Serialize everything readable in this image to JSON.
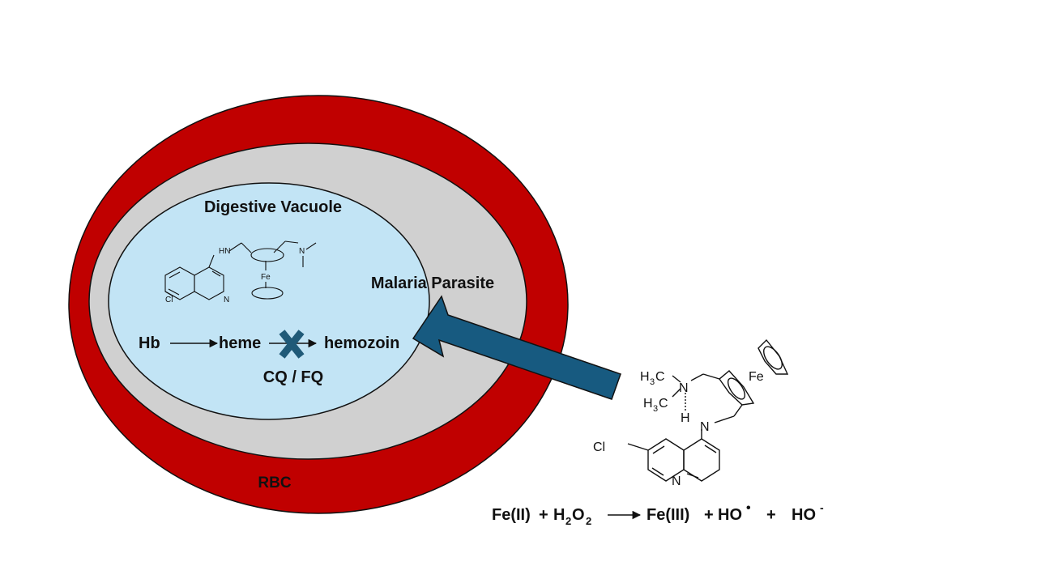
{
  "colors": {
    "rbc": "#c00000",
    "parasite": "#d0d0d0",
    "vacuole": "#c2e4f5",
    "arrow": "#175a80",
    "cross": "#1f5a78"
  },
  "labels": {
    "vacuole": "Digestive Vacuole",
    "parasite": "Malaria Parasite",
    "rbc": "RBC",
    "drugs": "CQ / FQ"
  },
  "pathway": {
    "hb": "Hb",
    "heme": "heme",
    "hemozoin": "hemozoin",
    "blocked_step_icon": "cross-icon"
  },
  "molecule_small": {
    "amine": "HN",
    "iron": "Fe",
    "chlorine": "Cl",
    "nitrogen": "N",
    "dimethyl_n": "N"
  },
  "molecule_large": {
    "methyl_1": "H",
    "methyl_1_sub": "3",
    "methyl_1_c": "C",
    "methyl_2": "H",
    "methyl_2_sub": "3",
    "methyl_2_c": "C",
    "amine_n": "N",
    "hydrogen": "H",
    "linker_n": "N",
    "iron": "Fe",
    "chlorine": "Cl",
    "ring_n": "N"
  },
  "reaction": {
    "reactant1": "Fe(II)",
    "plus1": "+",
    "reactant2_a": "H",
    "reactant2_sub1": "2",
    "reactant2_b": "O",
    "reactant2_sub2": "2",
    "product1": "Fe(III)",
    "plus2": "+",
    "product2": "HO",
    "product2_sup": "•",
    "plus3": "+",
    "product3": "HO",
    "product3_sup": "-"
  }
}
